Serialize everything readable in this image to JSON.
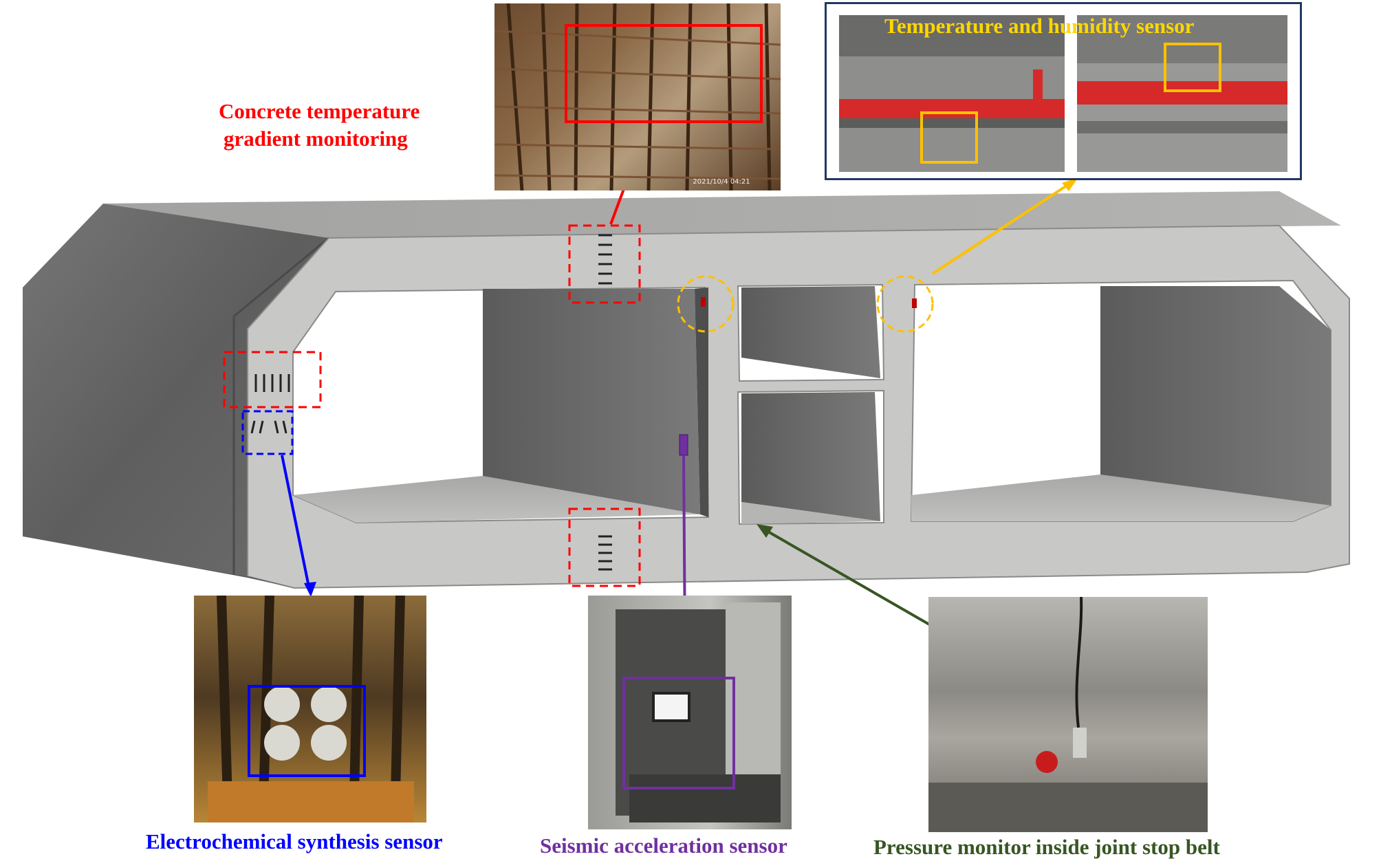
{
  "labels": {
    "concrete_temp_line1": "Concrete temperature",
    "concrete_temp_line2": "gradient monitoring",
    "temp_humidity": "Temperature and humidity sensor",
    "electrochemical": "Electrochemical synthesis sensor",
    "seismic": "Seismic acceleration sensor",
    "pressure": "Pressure monitor inside joint stop belt"
  },
  "photo_timestamp": "2021/10/4 04:21",
  "colors": {
    "concrete_temp": "#ff0000",
    "temp_humidity": "#ffd700",
    "electrochemical": "#0000ff",
    "seismic": "#7030a0",
    "pressure": "#375623",
    "inset_frame": "#1f3864",
    "concrete_face": "#c9c9c7",
    "concrete_side": "#6e6e6e",
    "pipe": "#d62a2a"
  },
  "icons": [
    "rebar-cage-photo",
    "pipe-sensor-photo",
    "electrode-sensor-photo",
    "cabinet-photo",
    "valve-photo"
  ]
}
